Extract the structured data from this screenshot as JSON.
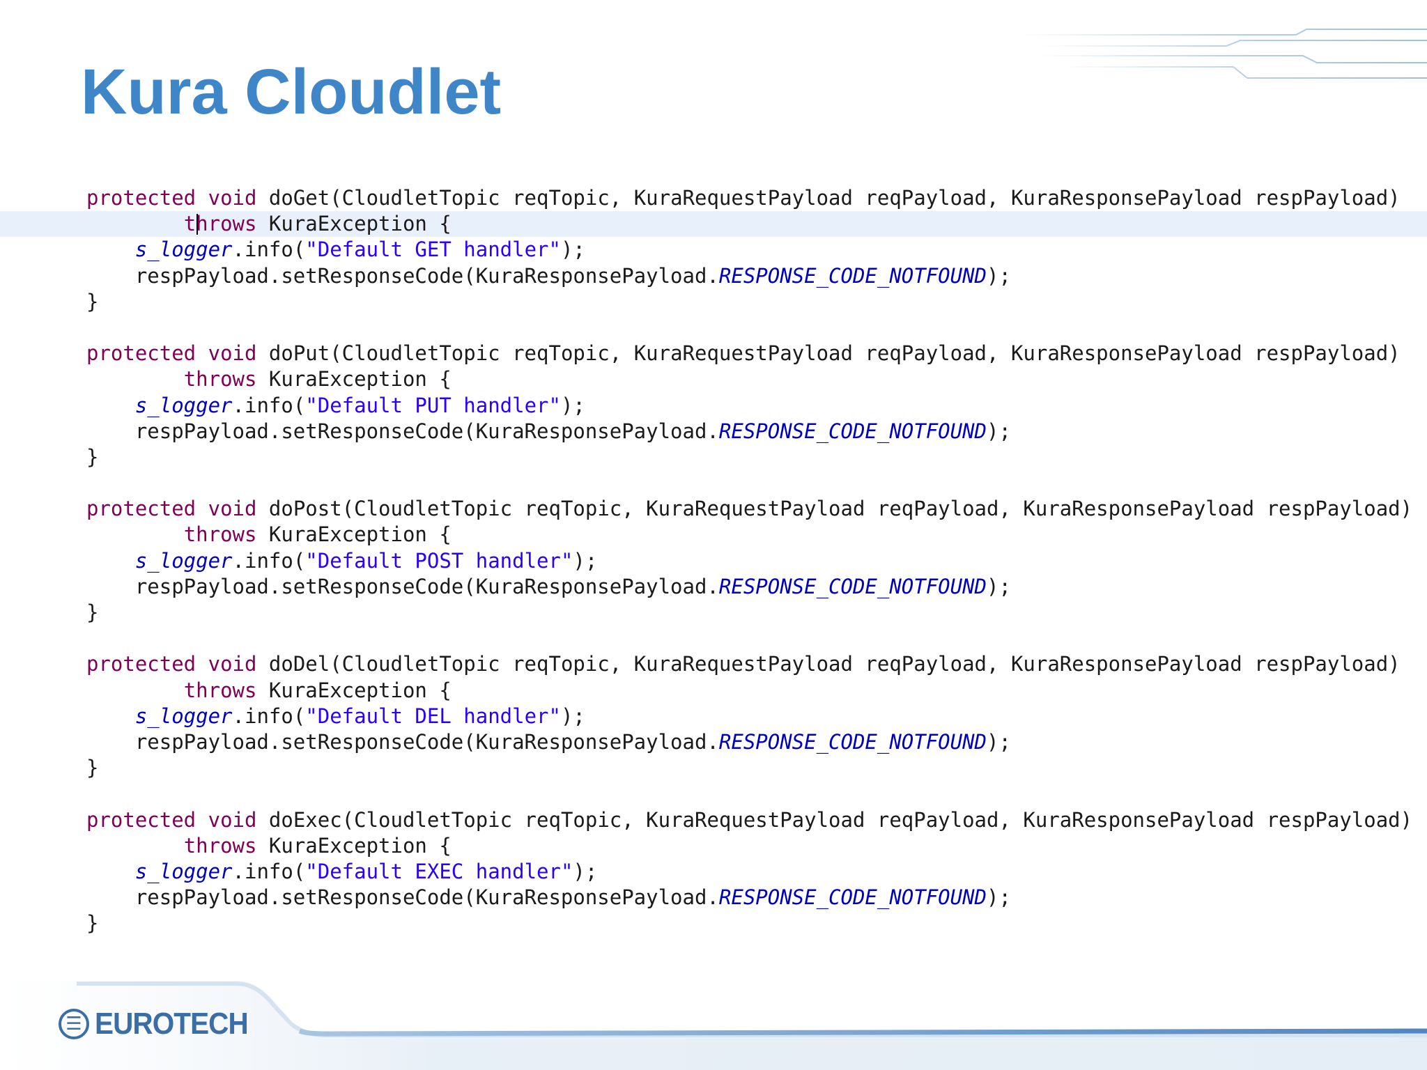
{
  "slide": {
    "title": "Kura Cloudlet",
    "logo_text": "EUROTECH",
    "logo_icon": "eurotech-logo-icon"
  },
  "code": {
    "lines": [
      [
        {
          "t": "protected",
          "c": "kw"
        },
        {
          "t": " "
        },
        {
          "t": "void",
          "c": "kw"
        },
        {
          "t": " doGet(CloudletTopic reqTopic, KuraRequestPayload reqPayload, KuraResponsePayload respPayload)"
        }
      ],
      [
        {
          "t": "        "
        },
        {
          "t": "throws",
          "c": "kw"
        },
        {
          "t": " KuraException {"
        }
      ],
      [
        {
          "t": "    "
        },
        {
          "t": "s_logger",
          "c": "fld"
        },
        {
          "t": ".info("
        },
        {
          "t": "\"Default GET handler\"",
          "c": "str"
        },
        {
          "t": ");"
        }
      ],
      [
        {
          "t": "    respPayload.setResponseCode(KuraResponsePayload."
        },
        {
          "t": "RESPONSE_CODE_NOTFOUND",
          "c": "fld"
        },
        {
          "t": ");"
        }
      ],
      [
        {
          "t": "}"
        }
      ],
      [],
      [
        {
          "t": "protected",
          "c": "kw"
        },
        {
          "t": " "
        },
        {
          "t": "void",
          "c": "kw"
        },
        {
          "t": " doPut(CloudletTopic reqTopic, KuraRequestPayload reqPayload, KuraResponsePayload respPayload)"
        }
      ],
      [
        {
          "t": "        "
        },
        {
          "t": "throws",
          "c": "kw"
        },
        {
          "t": " KuraException {"
        }
      ],
      [
        {
          "t": "    "
        },
        {
          "t": "s_logger",
          "c": "fld"
        },
        {
          "t": ".info("
        },
        {
          "t": "\"Default PUT handler\"",
          "c": "str"
        },
        {
          "t": ");"
        }
      ],
      [
        {
          "t": "    respPayload.setResponseCode(KuraResponsePayload."
        },
        {
          "t": "RESPONSE_CODE_NOTFOUND",
          "c": "fld"
        },
        {
          "t": ");"
        }
      ],
      [
        {
          "t": "}"
        }
      ],
      [],
      [
        {
          "t": "protected",
          "c": "kw"
        },
        {
          "t": " "
        },
        {
          "t": "void",
          "c": "kw"
        },
        {
          "t": " doPost(CloudletTopic reqTopic, KuraRequestPayload reqPayload, KuraResponsePayload respPayload)"
        }
      ],
      [
        {
          "t": "        "
        },
        {
          "t": "throws",
          "c": "kw"
        },
        {
          "t": " KuraException {"
        }
      ],
      [
        {
          "t": "    "
        },
        {
          "t": "s_logger",
          "c": "fld"
        },
        {
          "t": ".info("
        },
        {
          "t": "\"Default POST handler\"",
          "c": "str"
        },
        {
          "t": ");"
        }
      ],
      [
        {
          "t": "    respPayload.setResponseCode(KuraResponsePayload."
        },
        {
          "t": "RESPONSE_CODE_NOTFOUND",
          "c": "fld"
        },
        {
          "t": ");"
        }
      ],
      [
        {
          "t": "}"
        }
      ],
      [],
      [
        {
          "t": "protected",
          "c": "kw"
        },
        {
          "t": " "
        },
        {
          "t": "void",
          "c": "kw"
        },
        {
          "t": " doDel(CloudletTopic reqTopic, KuraRequestPayload reqPayload, KuraResponsePayload respPayload)"
        }
      ],
      [
        {
          "t": "        "
        },
        {
          "t": "throws",
          "c": "kw"
        },
        {
          "t": " KuraException {"
        }
      ],
      [
        {
          "t": "    "
        },
        {
          "t": "s_logger",
          "c": "fld"
        },
        {
          "t": ".info("
        },
        {
          "t": "\"Default DEL handler\"",
          "c": "str"
        },
        {
          "t": ");"
        }
      ],
      [
        {
          "t": "    respPayload.setResponseCode(KuraResponsePayload."
        },
        {
          "t": "RESPONSE_CODE_NOTFOUND",
          "c": "fld"
        },
        {
          "t": ");"
        }
      ],
      [
        {
          "t": "}"
        }
      ],
      [],
      [
        {
          "t": "protected",
          "c": "kw"
        },
        {
          "t": " "
        },
        {
          "t": "void",
          "c": "kw"
        },
        {
          "t": " doExec(CloudletTopic reqTopic, KuraRequestPayload reqPayload, KuraResponsePayload respPayload)"
        }
      ],
      [
        {
          "t": "        "
        },
        {
          "t": "throws",
          "c": "kw"
        },
        {
          "t": " KuraException {"
        }
      ],
      [
        {
          "t": "    "
        },
        {
          "t": "s_logger",
          "c": "fld"
        },
        {
          "t": ".info("
        },
        {
          "t": "\"Default EXEC handler\"",
          "c": "str"
        },
        {
          "t": ");"
        }
      ],
      [
        {
          "t": "    respPayload.setResponseCode(KuraResponsePayload."
        },
        {
          "t": "RESPONSE_CODE_NOTFOUND",
          "c": "fld"
        },
        {
          "t": ");"
        }
      ],
      [
        {
          "t": "}"
        }
      ]
    ],
    "highlighted_line": 1
  },
  "colors": {
    "title": "#3f86c9",
    "keyword": "#7f0055",
    "string": "#2a00ff",
    "field": "#0000c0",
    "highlight": "#e8f0fb",
    "brand": "#3a6ea5"
  }
}
